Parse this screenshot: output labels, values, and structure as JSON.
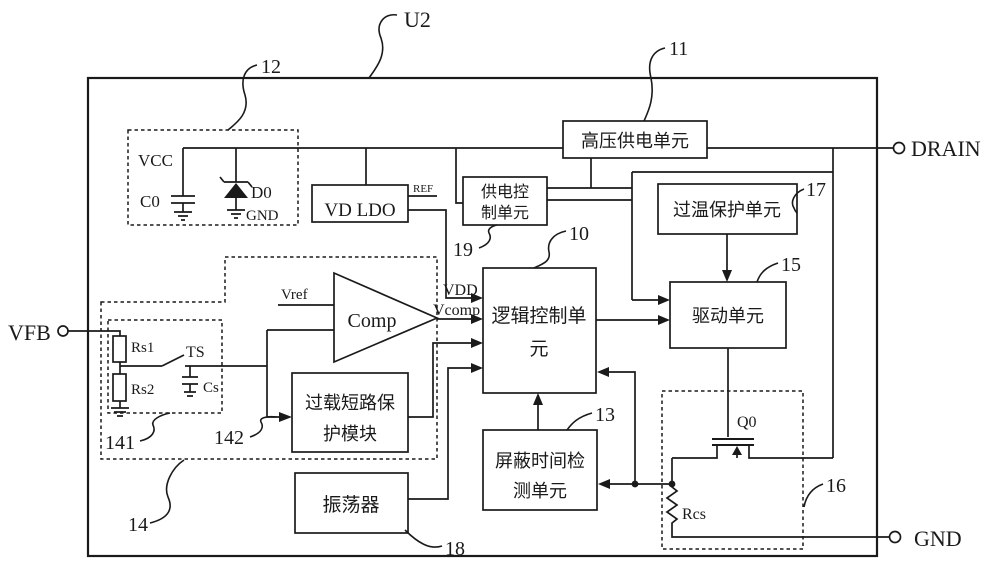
{
  "figure": {
    "type": "circuit-block-diagram",
    "chip_ref": "U2",
    "line_color": "#1a1a1a",
    "background": "#ffffff"
  },
  "terminals": {
    "drain": "DRAIN",
    "gnd": "GND",
    "vfb": "VFB"
  },
  "blocks": {
    "hv_supply": {
      "label": "高压供电单元",
      "ref": "11"
    },
    "supply_ctrl": {
      "line1": "供电控",
      "line2": "制单元",
      "ref": "19"
    },
    "otp": {
      "label": "过温保护单元",
      "ref": "17"
    },
    "drive": {
      "label": "驱动单元",
      "ref": "15"
    },
    "logic": {
      "line1": "逻辑控制单",
      "line2": "元",
      "ref": "10"
    },
    "mask_time": {
      "line1": "屏蔽时间检",
      "line2": "测单元",
      "ref": "13"
    },
    "oscillator": {
      "label": "振荡器",
      "ref": "18"
    },
    "overload": {
      "line1": "过载短路保",
      "line2": "护模块",
      "ref": "142"
    },
    "vd_ldo": {
      "label": "VD LDO"
    },
    "comparator": {
      "label": "Comp"
    }
  },
  "groups": {
    "vcc_cell_ref": "12",
    "feedback_ref": "14",
    "divider_ref": "141",
    "power_stage_ref": "16",
    "chip_ref": "U2"
  },
  "signals": {
    "vcc": "VCC",
    "ref_out": "REF",
    "vdd": "VDD",
    "vref": "Vref",
    "vcomp": "Vcomp",
    "ts": "TS",
    "d0_gnd": "GND"
  },
  "components": {
    "c0": "C0",
    "d0": "D0",
    "rs1": "Rs1",
    "rs2": "Rs2",
    "cs": "Cs",
    "q0": "Q0",
    "rcs": "Rcs"
  }
}
